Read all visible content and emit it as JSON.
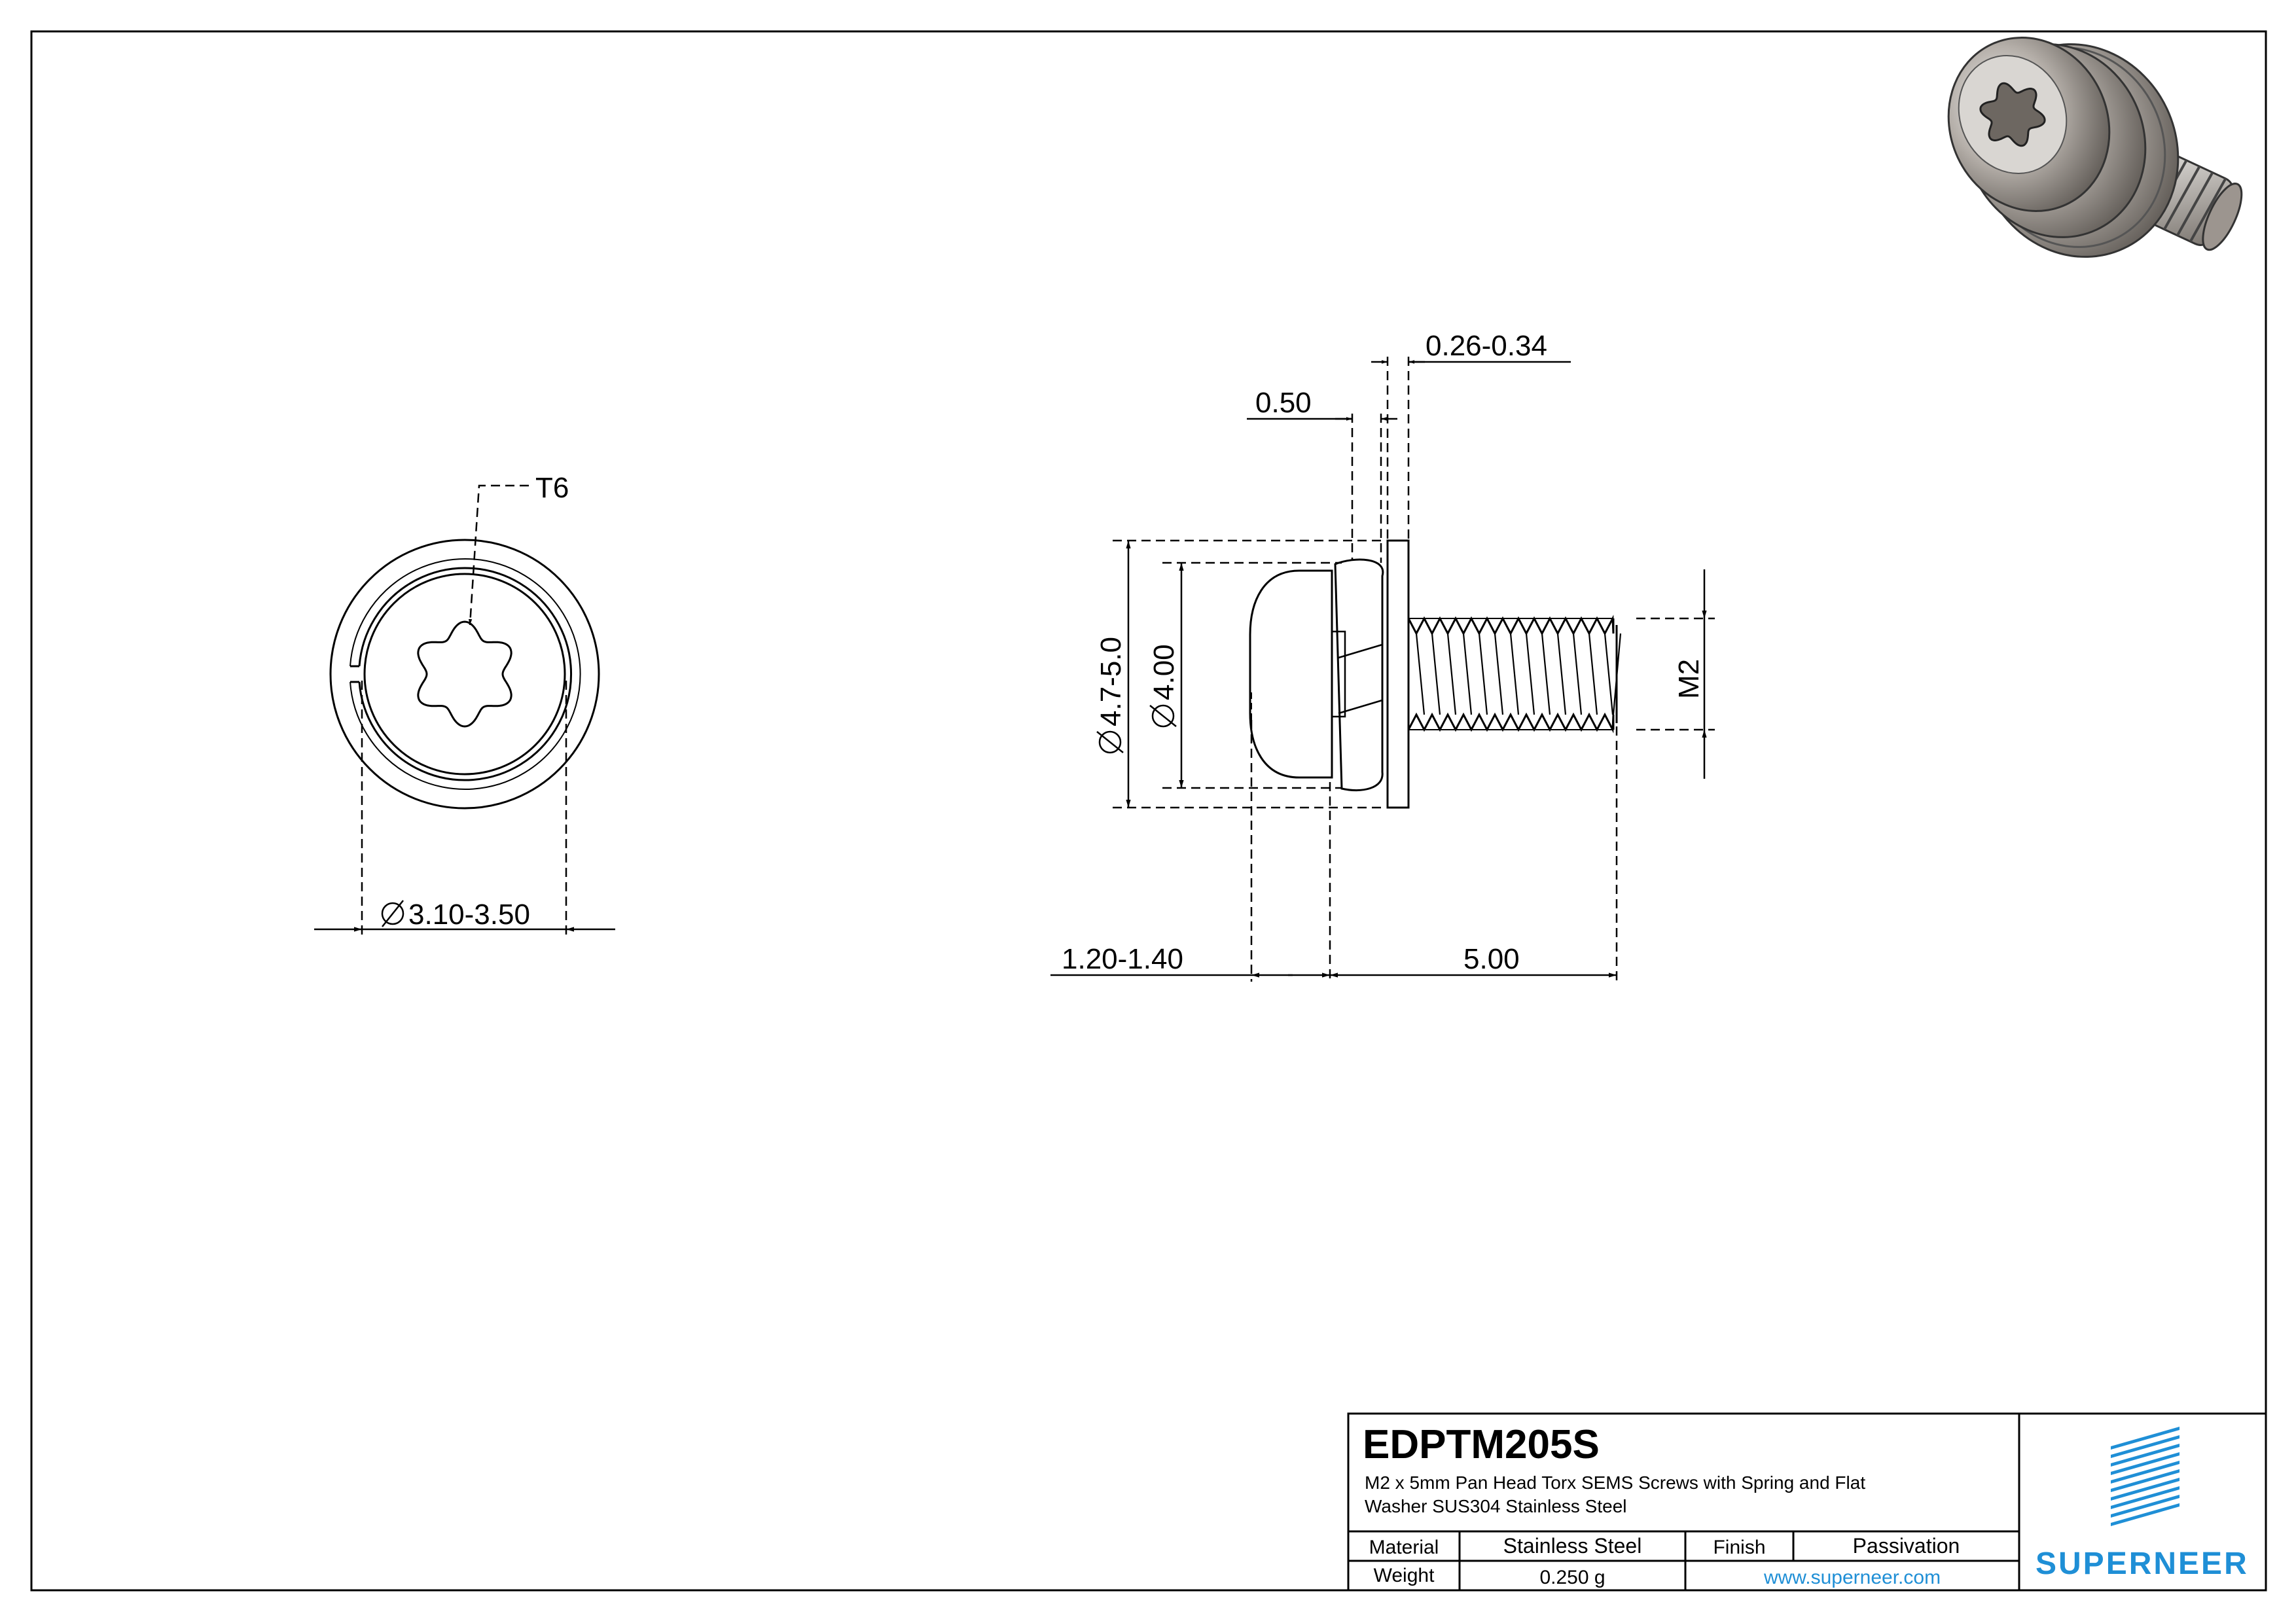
{
  "front_view": {
    "drive_label": "T6",
    "washer_diameter": "3.10-3.50"
  },
  "side_view": {
    "flat_washer_thickness": "0.26-0.34",
    "spring_washer_thickness": "0.50",
    "flat_washer_diameter": "4.7-5.0",
    "head_diameter": "4.00",
    "thread_size": "M2",
    "head_height": "1.20-1.40",
    "length": "5.00"
  },
  "title_block": {
    "part_number": "EDPTM205S",
    "description_line1": "M2 x 5mm Pan Head Torx SEMS Screws with Spring and Flat",
    "description_line2": "Washer SUS304 Stainless Steel",
    "material_label": "Material",
    "material_value": "Stainless Steel",
    "finish_label": "Finish",
    "finish_value": "Passivation",
    "weight_label": "Weight",
    "weight_value": "0.250 g",
    "website": "www.superneer.com",
    "brand": "SUPERNEER",
    "brand_color": "#1f8fd6"
  }
}
